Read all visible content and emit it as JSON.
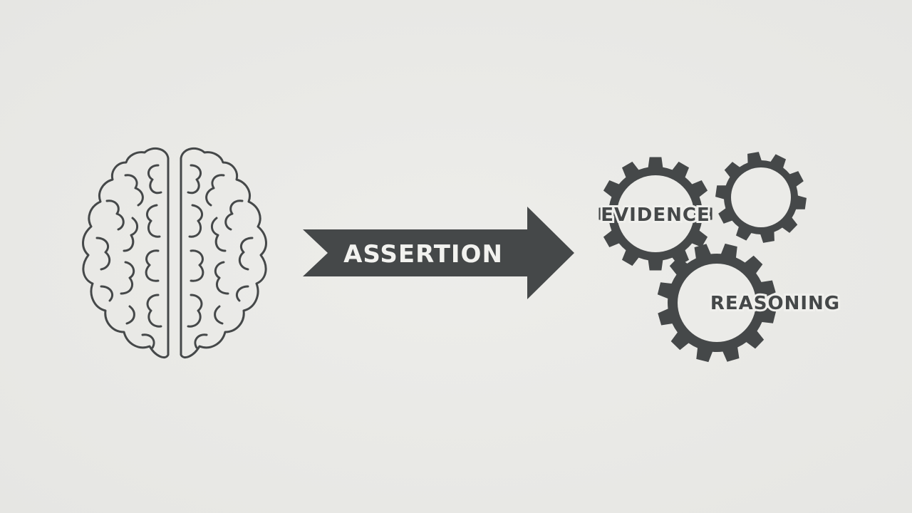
{
  "diagram": {
    "arrow": {
      "label": "ASSERTION"
    },
    "gears": [
      {
        "label": "EVIDENCE"
      },
      {
        "label": ""
      },
      {
        "label": "REASONING"
      }
    ]
  },
  "colors": {
    "background": "#e9e9e6",
    "ink": "#454849",
    "arrow_fill": "#454849",
    "arrow_text": "#f2f2ef"
  },
  "icons": [
    "brain-icon",
    "arrow-icon",
    "gear-icon"
  ]
}
